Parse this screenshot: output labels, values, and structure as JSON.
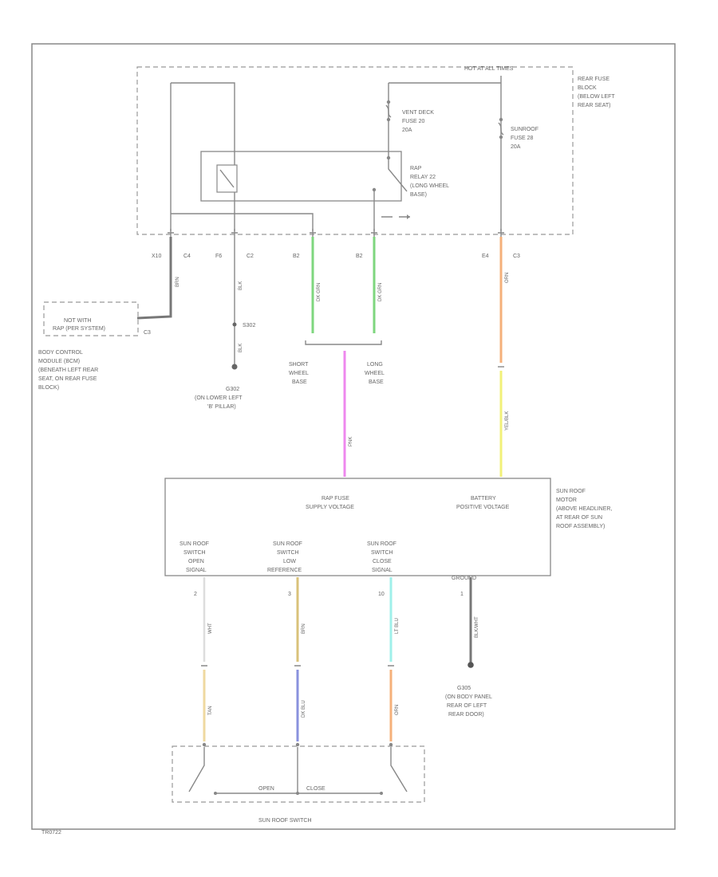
{
  "fuse_block": {
    "header": "HOT AT ALL TIMES",
    "name": "REAR FUSE BLOCK (BELOW LEFT REAR SEAT)",
    "fuse_vent": "VENT DECK FUSE 20 20A",
    "fuse_sunroof": "SUNROOF FUSE 28 20A",
    "relay": "RAP RELAY 22 (LONG WHEEL BASE)"
  },
  "connectors": {
    "bcm_pin": "X10",
    "bcm_conn": "C4",
    "ground_pin": "F6",
    "ground_conn": "C2",
    "short_pin": "B2",
    "long_pin": "B2",
    "battery_pin": "E4",
    "battery_conn": "C3"
  },
  "wires": {
    "bcm": "BRN",
    "ground": "BLK",
    "ground_bottom": "BLK",
    "short": "DK GRN",
    "long": "DK GRN",
    "battery_upper": "ORN",
    "battery_lower": "YEL/BLK",
    "rap": "PNK",
    "open_upper": "WHT",
    "open_lower": "TAN",
    "low_upper": "BRN",
    "low_lower": "DK BLU",
    "close_upper": "LT BLU",
    "close_lower": "ORN",
    "motor_ground": "BLK/WHT"
  },
  "colors": {
    "dk_grn": "#7ed67e",
    "pnk": "#ee88ee",
    "orn": "#f5b07a",
    "yel": "#f2f078",
    "tan": "#efd9a0",
    "brn": "#d9c27a",
    "dk_blu": "#8a92de",
    "lt_blu": "#9ff0ea"
  },
  "bcm": {
    "not_with": "NOT WITH RAP (PER SYSTEM)",
    "conn": "C3",
    "label": "BODY CONTROL MODULE (BCM) (BENEATH LEFT REAR SEAT, ON REAR FUSE BLOCK)"
  },
  "ground_g302": {
    "splice": "S302",
    "label": "G302 (ON LOWER LEFT 'B' PILLAR)"
  },
  "bases": {
    "short": "SHORT WHEEL BASE",
    "long": "LONG WHEEL BASE"
  },
  "motor": {
    "rap_supply": "RAP FUSE SUPPLY VOLTAGE",
    "battery_positive": "BATTERY POSITIVE VOLTAGE",
    "label": "SUN ROOF MOTOR (ABOVE HEADLINER, AT REAR OF SUN ROOF ASSEMBLY)",
    "pin_open": "SUN ROOF SWITCH OPEN SIGNAL",
    "pin_low": "SUN ROOF SWITCH LOW REFERENCE",
    "pin_close": "SUN ROOF SWITCH CLOSE SIGNAL",
    "pin_ground": "GROUND",
    "num_open": "2",
    "num_low": "3",
    "num_close": "10",
    "num_ground": "1"
  },
  "ground_g305": {
    "label": "G305 (ON BODY PANEL REAR OF LEFT REAR DOOR)"
  },
  "switch": {
    "open": "OPEN",
    "close": "CLOSE",
    "label": "SUN ROOF SWITCH"
  },
  "footer_code": "TR0722"
}
